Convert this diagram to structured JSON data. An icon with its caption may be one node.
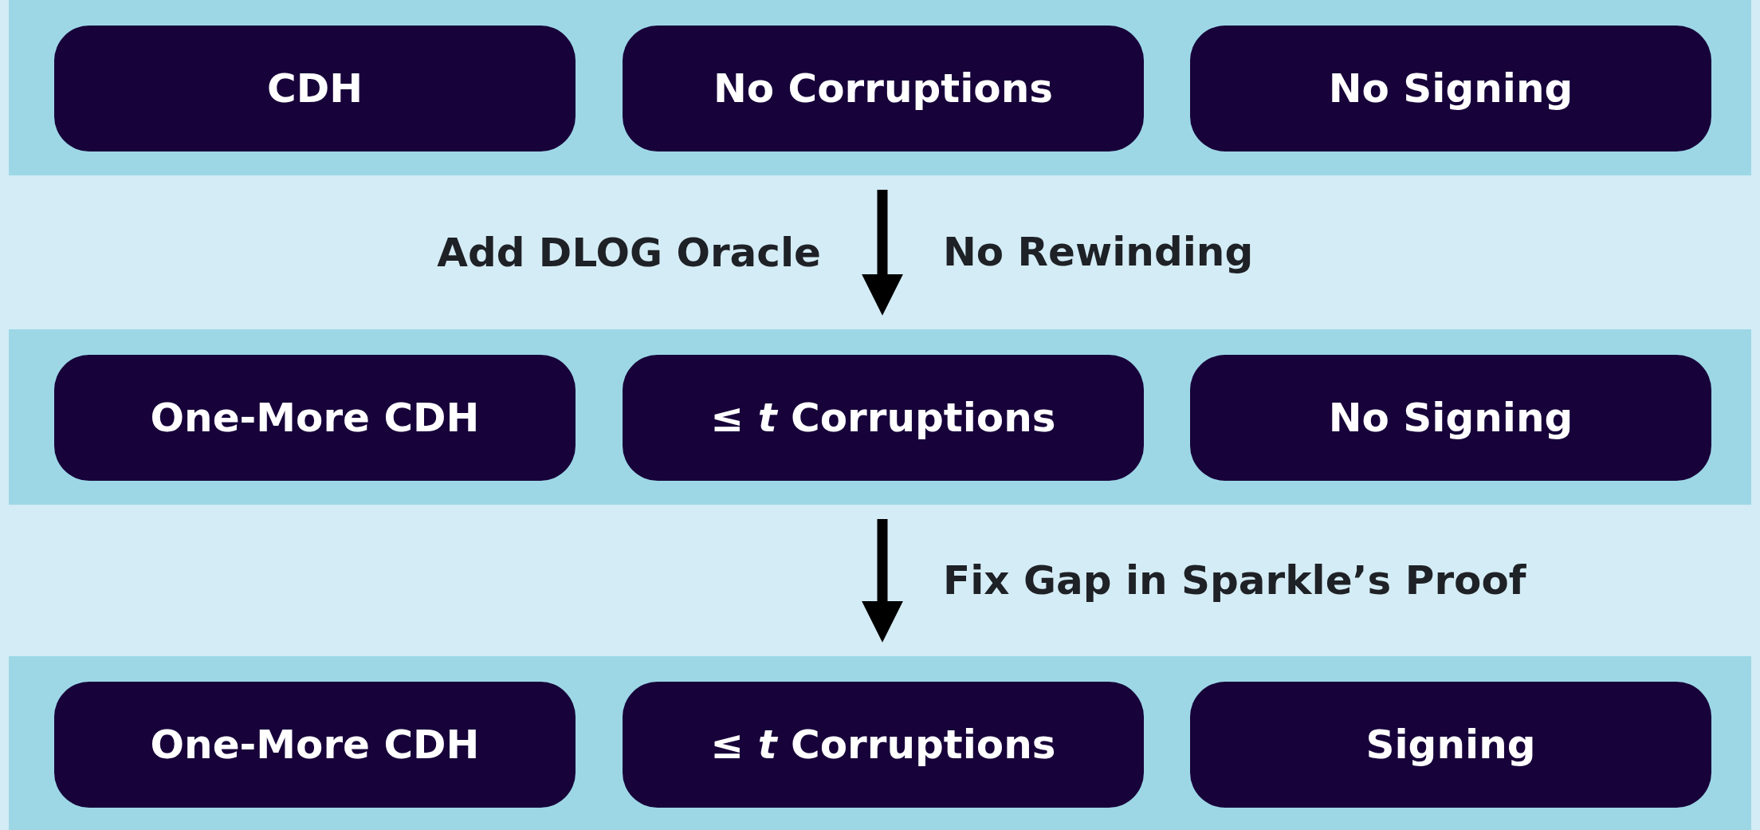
{
  "diagram": {
    "nodes": [
      {
        "text": [],
        "shape": "box"
      },
      {
        "text": [
          "CDH"
        ],
        "in": 0
      },
      {
        "text": [
          "No Corruptions"
        ],
        "in": 0
      },
      {
        "text": [
          "No Signing"
        ],
        "in": 0
      },
      {
        "text": [],
        "shape": "box"
      },
      {
        "text": [
          "One-More CDH"
        ],
        "in": 4
      },
      {
        "text": [
          "≤ *t* Corruptions"
        ],
        "in": 4
      },
      {
        "text": [
          "No Signing"
        ],
        "in": 4
      },
      {
        "text": [],
        "shape": "box"
      },
      {
        "text": [
          "One-More CDH"
        ],
        "in": 8
      },
      {
        "text": [
          "≤ *t* Corruptions"
        ],
        "in": 8
      },
      {
        "text": [
          "Signing"
        ],
        "in": 8
      }
    ],
    "edges": [
      {
        "from": 0,
        "to": 4,
        "arrow": "to",
        "label": "Add DLOG Oracle"
      },
      {
        "from": 4,
        "to": 8,
        "arrow": "to",
        "label": "Fix Gap in Sparkle’s Proof"
      }
    ],
    "labels": [
      "No Rewinding"
    ]
  }
}
